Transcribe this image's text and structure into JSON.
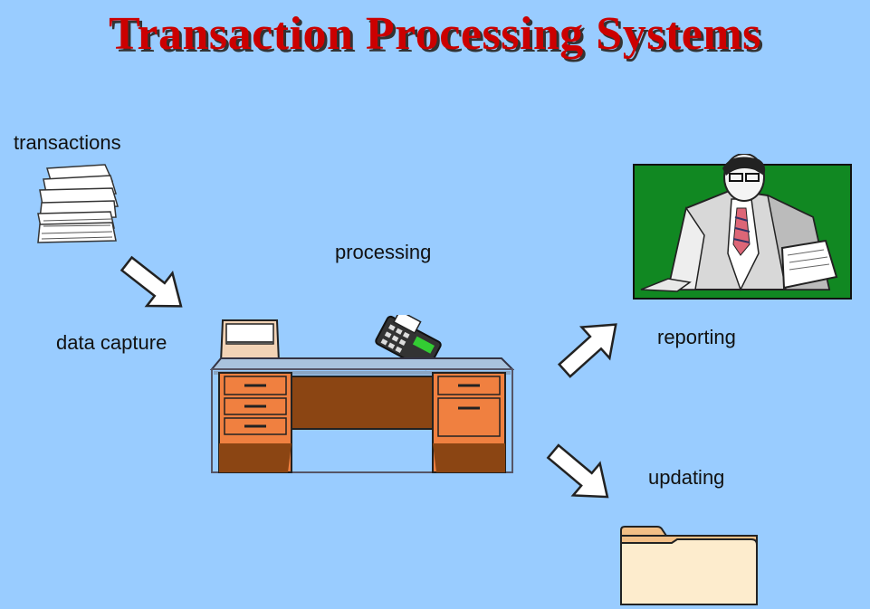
{
  "title": "Transaction Processing Systems",
  "labels": {
    "transactions": "transactions",
    "data_capture": "data capture",
    "processing": "processing",
    "reporting": "reporting",
    "updating": "updating"
  },
  "colors": {
    "background": "#99ccff",
    "title": "#cc0000",
    "desk": "#f08040",
    "board": "#118822"
  },
  "icons": [
    "paper-stack-icon",
    "inbox-tray-icon",
    "calculator-icon",
    "desk-icon",
    "manager-icon",
    "folder-icon",
    "arrow-icon"
  ]
}
